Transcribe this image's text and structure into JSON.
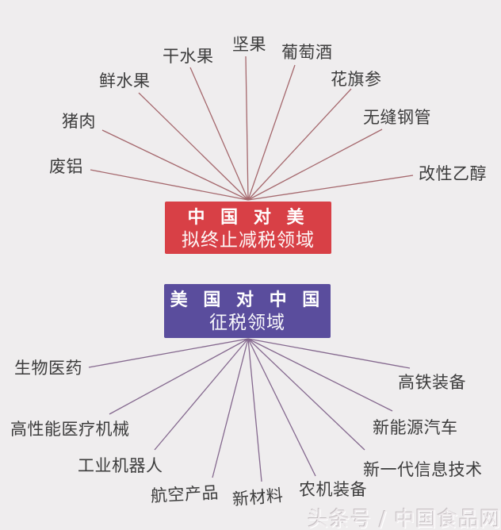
{
  "page": {
    "background": "#efedee"
  },
  "top_section": {
    "box": {
      "title": "中 国 对 美",
      "subtitle": "拟终止减税领域",
      "bg_color": "#d84046",
      "text_color": "#ffffff"
    },
    "line_color": "#a5686d",
    "items": [
      {
        "label": "废铝"
      },
      {
        "label": "猪肉"
      },
      {
        "label": "鲜水果"
      },
      {
        "label": "干水果"
      },
      {
        "label": "坚果"
      },
      {
        "label": "葡萄酒"
      },
      {
        "label": "花旗参"
      },
      {
        "label": "无缝钢管"
      },
      {
        "label": "改性乙醇"
      }
    ]
  },
  "bottom_section": {
    "box": {
      "title": "美 国 对 中 国",
      "subtitle": "征税领域",
      "bg_color": "#5a4d9d",
      "text_color": "#ffffff"
    },
    "line_color": "#84688e",
    "items": [
      {
        "label": "生物医药"
      },
      {
        "label": "高性能医疗机械"
      },
      {
        "label": "工业机器人"
      },
      {
        "label": "航空产品"
      },
      {
        "label": "新材料"
      },
      {
        "label": "农机装备"
      },
      {
        "label": "新一代信息技术"
      },
      {
        "label": "新能源汽车"
      },
      {
        "label": "高铁装备"
      }
    ]
  },
  "watermark": {
    "text": "头条号 / 中国食品网"
  }
}
